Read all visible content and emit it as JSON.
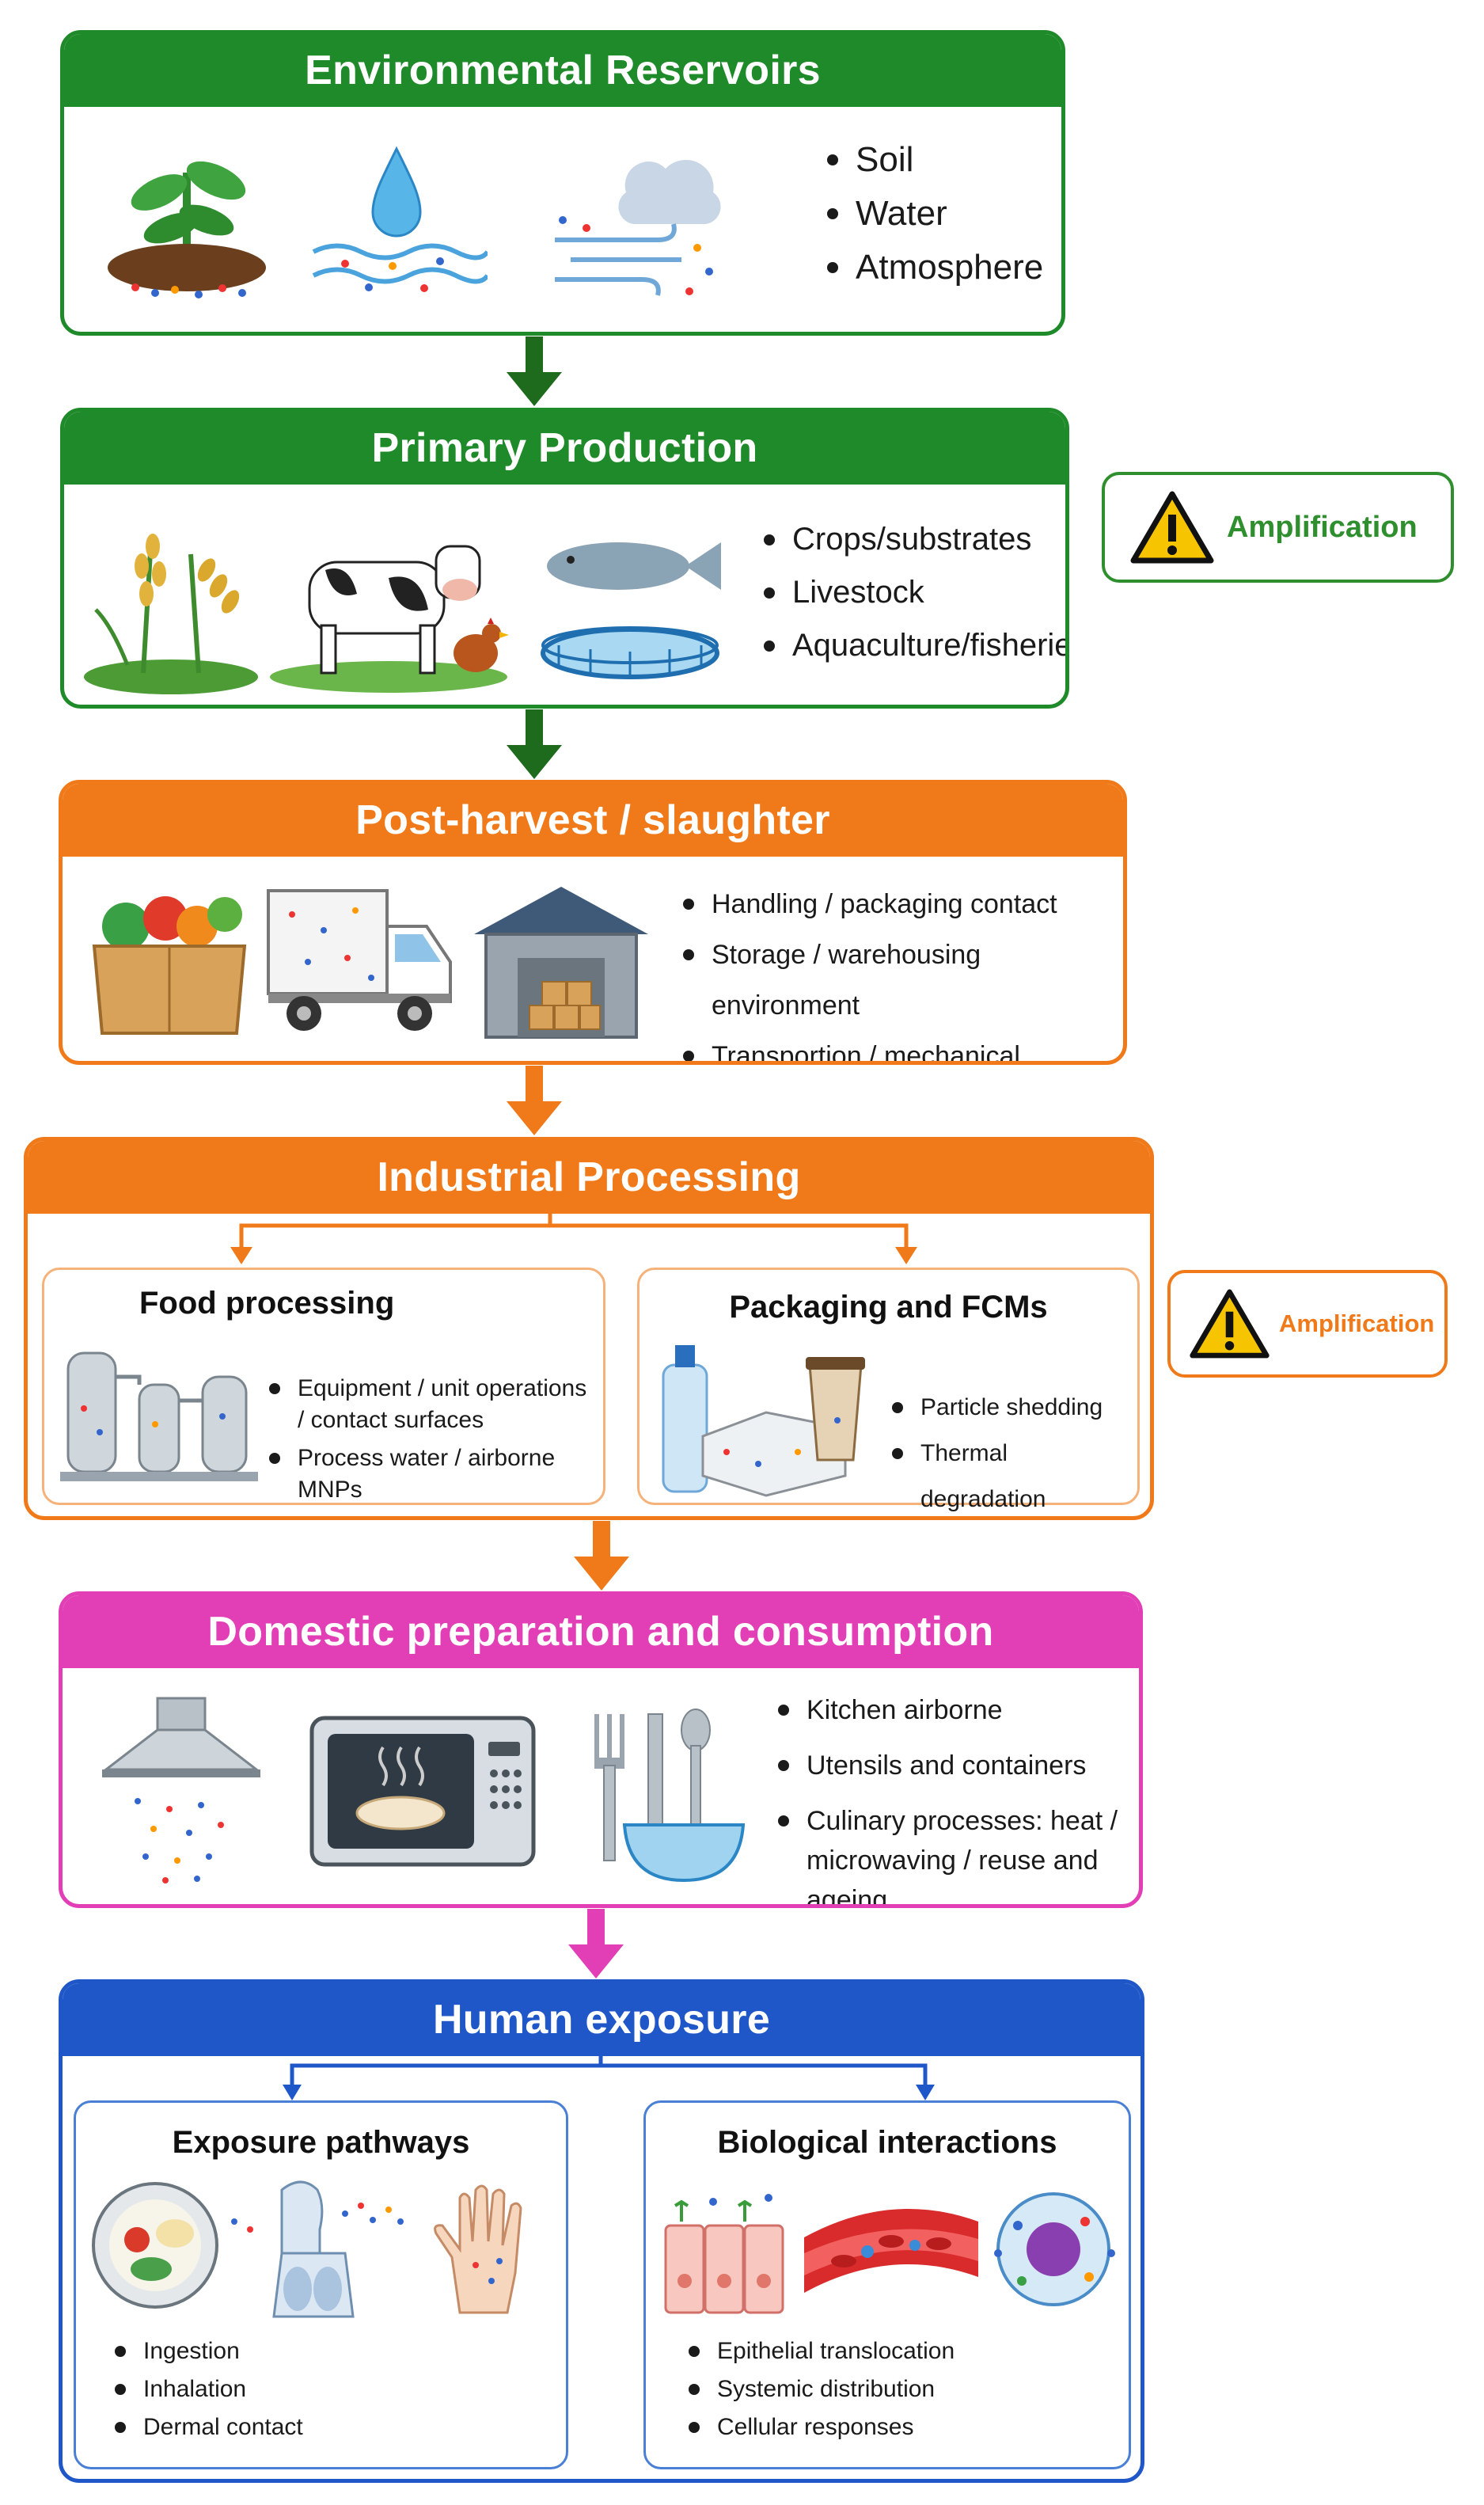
{
  "colors": {
    "green": "#1f8a2a",
    "orange": "#f07a1a",
    "magenta": "#e23fb6",
    "blue": "#1f57c8"
  },
  "stages": {
    "environmental": {
      "title": "Environmental Reservoirs",
      "bullets": [
        "Soil",
        "Water",
        "Atmosphere"
      ],
      "icons": [
        "plant-soil-icon",
        "water-drop-icon",
        "wind-cloud-icon"
      ]
    },
    "primary": {
      "title": "Primary Production",
      "bullets": [
        "Crops/substrates",
        "Livestock",
        "Aquaculture/fisheries"
      ],
      "icons": [
        "crop-icon",
        "cow-chicken-icon",
        "fish-aquaculture-icon"
      ]
    },
    "postharvest": {
      "title": "Post-harvest / slaughter",
      "bullets": [
        "Handling / packaging contact",
        "Storage / warehousing environment",
        "Transportion / mechanical abrasion"
      ],
      "icons": [
        "produce-box-icon",
        "truck-icon",
        "warehouse-icon"
      ]
    },
    "industrial": {
      "title": "Industrial Processing",
      "food": {
        "title": "Food processing",
        "bullets": [
          "Equipment / unit operations / contact surfaces",
          "Process water / airborne MNPs"
        ]
      },
      "packaging": {
        "title": "Packaging and FCMs",
        "bullets": [
          "Particle shedding",
          "Thermal degradation"
        ]
      }
    },
    "domestic": {
      "title": "Domestic preparation and consumption",
      "bullets": [
        "Kitchen airborne",
        "Utensils and containers",
        "Culinary processes: heat / microwaving / reuse and ageing"
      ],
      "icons": [
        "range-hood-icon",
        "microwave-icon",
        "utensils-bowl-icon"
      ]
    },
    "human": {
      "title": "Human exposure",
      "pathways": {
        "title": "Exposure pathways",
        "bullets": [
          "Ingestion",
          "Inhalation",
          "Dermal contact"
        ]
      },
      "biological": {
        "title": "Biological interactions",
        "bullets": [
          "Epithelial translocation",
          "Systemic distribution",
          "Cellular responses"
        ]
      }
    }
  },
  "amplification": [
    "Amplification",
    "Amplification"
  ]
}
